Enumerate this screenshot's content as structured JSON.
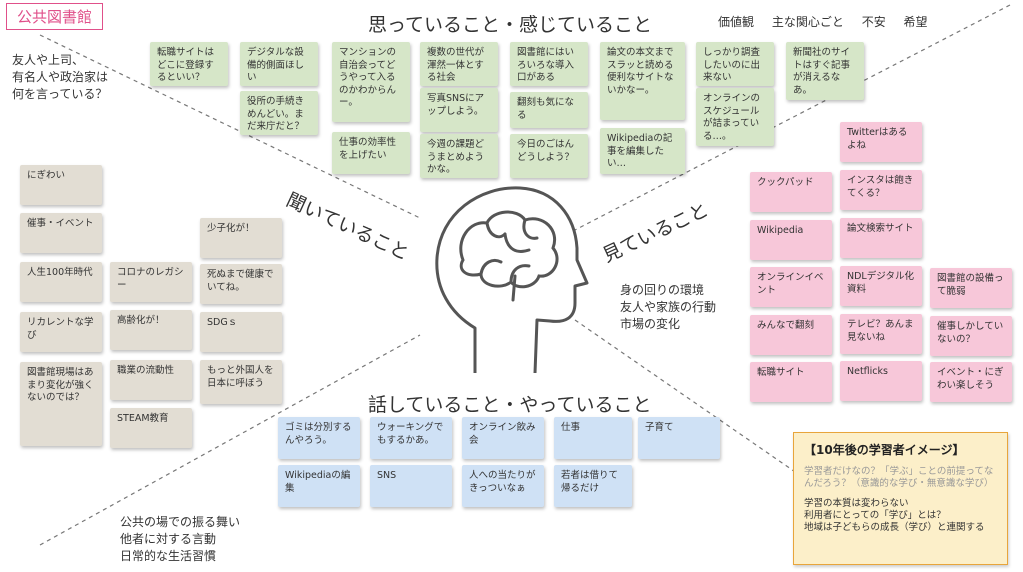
{
  "title": "公共図書館",
  "quadrants": {
    "top": "思っていること・感じていること",
    "left": "聞いていること",
    "right": "見ていること",
    "bottom": "話していること・やっていること"
  },
  "legend": [
    "価値観",
    "主な関心ごと",
    "不安",
    "希望"
  ],
  "notes": {
    "top_left": [
      "友人や上司、",
      "有名人や政治家は",
      "何を言っている？"
    ],
    "right": [
      "身の回りの環境",
      "友人や家族の行動",
      "市場の変化"
    ],
    "bottom_left": [
      "公共の場での振る舞い",
      "他者に対する言動",
      "日常的な生活習慣"
    ]
  },
  "green_stickies": [
    "転職サイトはどこに登録するといい？",
    "デジタルな設備的側面ほしい",
    "役所の手続きめんどい。まだ来庁だと？",
    "マンションの自治会ってどうやって入るのかわからんー。",
    "仕事の効率性を上げたい",
    "複数の世代が渾然一体とする社会",
    "写真SNSにアップしよう。",
    "今週の課題どうまとめようかな。",
    "図書館にはいろいろな導入口がある",
    "翻刻も気になる",
    "今日のごはんどうしよう？",
    "論文の本文までスラッと読める便利なサイトないかなー。",
    "Wikipediaの記事を編集したい…",
    "しっかり調査したいのに出来ない",
    "オンラインのスケジュールが詰まっている…。",
    "新聞社のサイトはすぐ記事が消えるなあ。"
  ],
  "pink_stickies": [
    "Twitterはあるよね",
    "クックパッド",
    "インスタは飽きてくる？",
    "Wikipedia",
    "論文検索サイト",
    "オンラインイベント",
    "NDLデジタル化資料",
    "図書館の設備って脆弱",
    "みんなで翻刻",
    "テレビ？あんま見ないね",
    "催事しかしていないの？",
    "転職サイト",
    "Netflicks",
    "イベント・にぎわい楽しそう"
  ],
  "tan_stickies": [
    "にぎわい",
    "催事・イベント",
    "少子化が！",
    "人生100年時代",
    "コロナのレガシー",
    "死ぬまで健康でいてね。",
    "リカレントな学び",
    "高齢化が！",
    "SDGｓ",
    "図書館現場はあまり変化が強くないのでは？",
    "職業の流動性",
    "もっと外国人を日本に呼ぼう",
    "STEAM教育"
  ],
  "blue_stickies": [
    "ゴミは分別するんやろう。",
    "ウォーキングでもするかあ。",
    "オンライン飲み会",
    "仕事",
    "子育て",
    "Wikipediaの編集",
    "SNS",
    "人への当たりがきっついなぁ",
    "若者は借りて帰るだけ"
  ],
  "future": {
    "title": "【10年後の学習者イメージ】",
    "gray": "学習者だけなの？「学ぶ」ことの前提ってなんだろう？（意識的な学び・無意識な学び）",
    "dark": [
      "学習の本質は変わらない",
      "利用者にとっての「学び」とは？",
      "地域は子どもらの成長（学び）と連関する"
    ]
  },
  "colors": {
    "green": "#d6e6c8",
    "pink": "#f7c7d9",
    "blue": "#cfe1f5",
    "tan": "#e2ddd3",
    "title": "#e0508a",
    "future_bg": "#fcefc9",
    "future_border": "#e8a53b"
  },
  "icons": [
    "head-brain-icon"
  ]
}
